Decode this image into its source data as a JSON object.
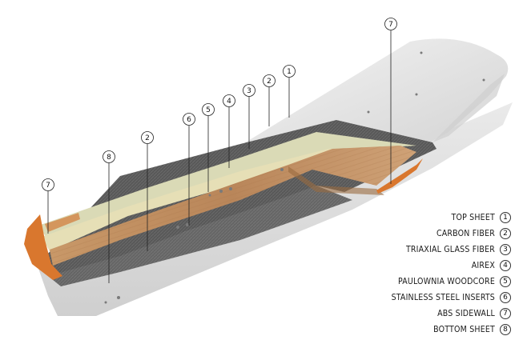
{
  "legend": [
    {
      "label": "TOP SHEET",
      "num": "1"
    },
    {
      "label": "CARBON FIBER",
      "num": "2"
    },
    {
      "label": "TRIAXIAL GLASS FIBER",
      "num": "3"
    },
    {
      "label": "AIREX",
      "num": "4"
    },
    {
      "label": "PAULOWNIA WOODCORE",
      "num": "5"
    },
    {
      "label": "STAINLESS STEEL INSERTS",
      "num": "6"
    },
    {
      "label": "ABS SIDEWALL",
      "num": "7"
    },
    {
      "label": "BOTTOM SHEET",
      "num": "8"
    }
  ],
  "callouts": [
    "1",
    "2",
    "3",
    "4",
    "5",
    "6",
    "7",
    "8",
    "2",
    "7"
  ],
  "colors": {
    "top_sheet": "#e6e6e6",
    "carbon": "#5a5a5a",
    "glass": "#dcdcb8",
    "airex": "#e3dcb2",
    "wood": "#c29466",
    "sidewall": "#d9772e"
  }
}
